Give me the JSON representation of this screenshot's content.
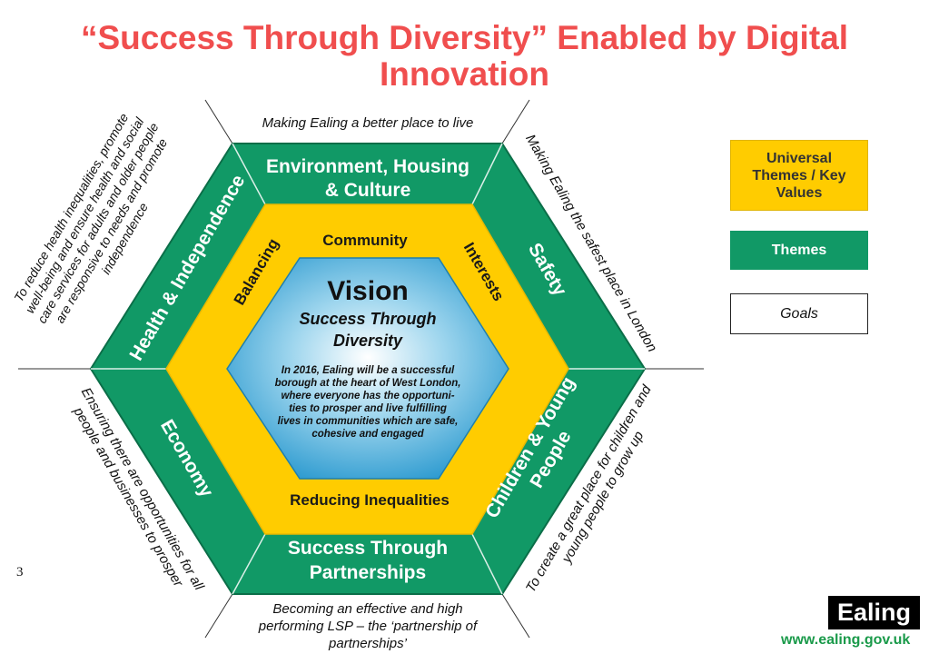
{
  "title": {
    "line1": "“Success Through Diversity” Enabled by Digital",
    "line2": "Innovation"
  },
  "goals": {
    "top": "Making Ealing a better place to live",
    "upper_right": "Making Ealing the safest place in London",
    "lower_right": [
      "To create a great place for children and",
      "young people to grow up"
    ],
    "bottom": [
      "Becoming an effective and high",
      "performing LSP – the ‘partnership of",
      "partnerships’"
    ],
    "lower_left": [
      "Ensuring there are opportunities for all",
      "people and businesses to prosper"
    ],
    "upper_left": [
      "To reduce health inequalities, promote",
      "well-being and ensure health and social",
      "care services for adults and older people",
      "are responsive to needs and promote",
      "independence"
    ]
  },
  "themes": {
    "top": [
      "Environment, Housing",
      "& Culture"
    ],
    "upper_right": "Safety",
    "lower_right": [
      "Children & Young",
      "People"
    ],
    "bottom": [
      "Success Through",
      "Partnerships"
    ],
    "lower_left": "Economy",
    "upper_left": "Health & Independence"
  },
  "key_values": {
    "top": "Community",
    "upper_right": "Interests",
    "bottom": "Reducing Inequalities",
    "upper_left": "Balancing"
  },
  "vision": {
    "heading": "Vision",
    "subtitle": [
      "Success Through",
      "Diversity"
    ],
    "statement": [
      "In 2016, Ealing will be a successful",
      "borough at the heart of West London,",
      "where everyone has the opportuni-",
      "ties to prosper and live fulfilling",
      "lives in communities which are safe,",
      "cohesive and engaged"
    ]
  },
  "legend": {
    "key_values": "Universal Themes / Key Values",
    "themes": "Themes",
    "goals": "Goals"
  },
  "page_number": "3",
  "logo": "Ealing",
  "url": "www.ealing.gov.uk",
  "colors": {
    "title": "#f04e4e",
    "theme_green": "#119966",
    "key_yellow": "#ffcc00",
    "vision_blue": "#39a6d4"
  }
}
